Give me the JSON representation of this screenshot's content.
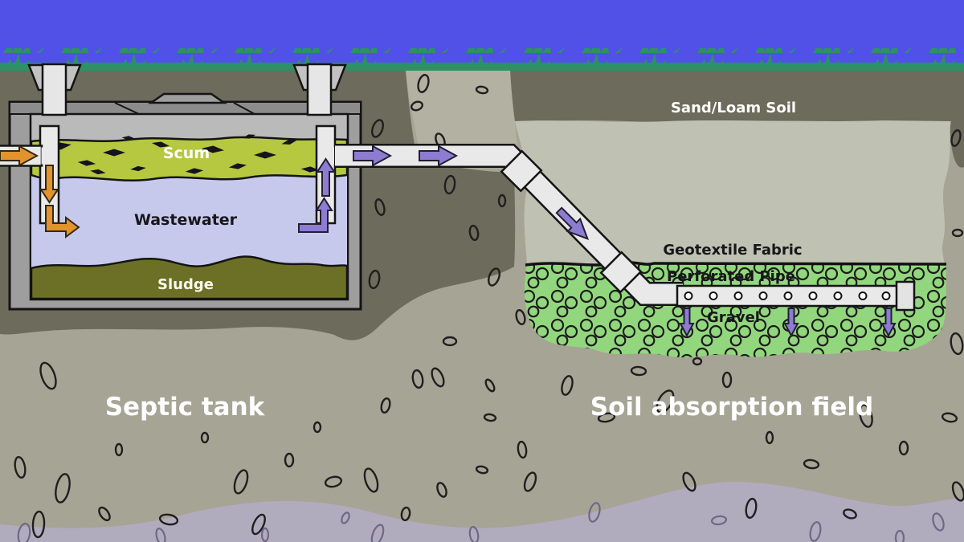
{
  "diagram": {
    "title_left": "Septic tank",
    "title_right": "Soil absorption field",
    "tank": {
      "scum_label": "Scum",
      "wastewater_label": "Wastewater",
      "sludge_label": "Sludge"
    },
    "field": {
      "sand_loam_label": "Sand/Loam Soil",
      "geotextile_label": "Geotextile Fabric",
      "perforated_pipe_label": "Perforated Pipe",
      "gravel_label": "Gravel"
    },
    "colors": {
      "sky": "#5151e8",
      "grass": "#2e9065",
      "topsoil_dark": "#6d6b5c",
      "soil_medium": "#a6a495",
      "trench_backfill": "#b3b1a1",
      "sand_loam": "#bfc1b2",
      "gravel_green": "#92d77d",
      "subsoil": "#b1abbe",
      "tank_frame": "#9e9e9e",
      "tank_headspace": "#bababa",
      "scum": "#b5c83f",
      "wastewater": "#c7c9ec",
      "sludge": "#6b7026",
      "pipe": "#e9e9e9",
      "inlet_arrow": "#e2932d",
      "outlet_arrow": "#8d7cd1"
    }
  }
}
